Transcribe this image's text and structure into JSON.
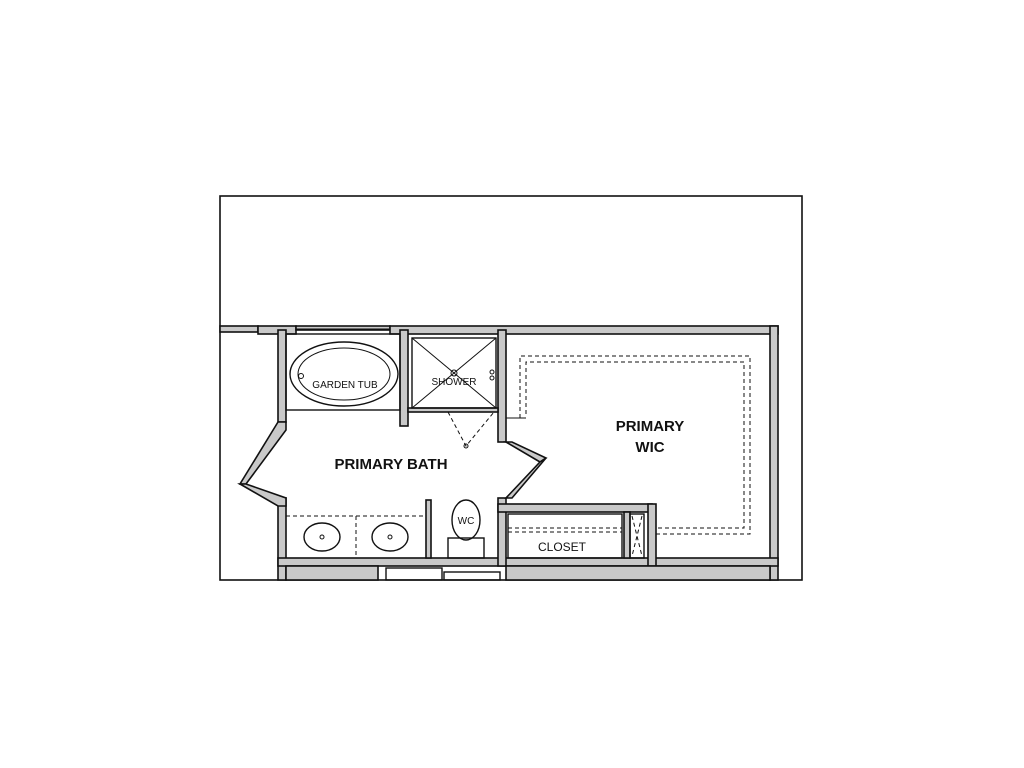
{
  "rooms": {
    "primary_bath": "PRIMARY BATH",
    "primary_wic_line1": "PRIMARY",
    "primary_wic_line2": "WIC",
    "garden_tub": "GARDEN TUB",
    "shower": "SHOWER",
    "wc": "WC",
    "closet": "CLOSET"
  }
}
